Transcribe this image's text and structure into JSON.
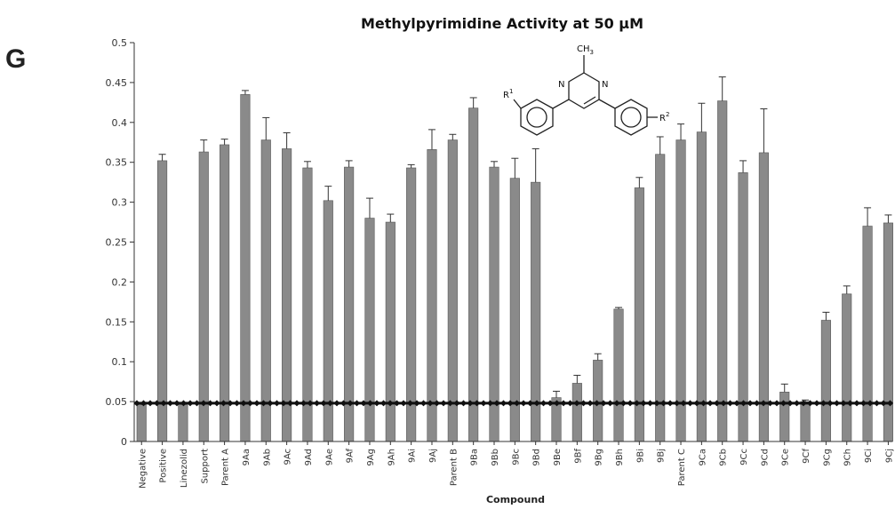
{
  "panel_label": "G",
  "chart_data": {
    "type": "bar",
    "title": "Methylpyrimidine Activity at 50 µM",
    "xlabel": "Compound",
    "ylabel": "",
    "ylim": [
      0,
      0.5
    ],
    "yticks": [
      0,
      0.05,
      0.1,
      0.15,
      0.2,
      0.25,
      0.3,
      0.35,
      0.4,
      0.45,
      0.5
    ],
    "threshold": 0.048,
    "grid": false,
    "bar_color": "#8a8a8a",
    "categories": [
      "Negative",
      "Positive",
      "Linezolid",
      "Support",
      "Parent A",
      "9Aa",
      "9Ab",
      "9Ac",
      "9Ad",
      "9Ae",
      "9Af",
      "9Ag",
      "9Ah",
      "9Ai",
      "9Aj",
      "Parent B",
      "9Ba",
      "9Bb",
      "9Bc",
      "9Bd",
      "9Be",
      "9Bf",
      "9Bg",
      "9Bh",
      "9Bi",
      "9Bj",
      "Parent C",
      "9Ca",
      "9Cb",
      "9Cc",
      "9Cd",
      "9Ce",
      "9Cf",
      "9Cg",
      "9Ch",
      "9Ci",
      "9Cj"
    ],
    "values": [
      0.046,
      0.352,
      0.046,
      0.363,
      0.372,
      0.435,
      0.378,
      0.367,
      0.343,
      0.302,
      0.344,
      0.28,
      0.275,
      0.343,
      0.366,
      0.378,
      0.418,
      0.344,
      0.33,
      0.325,
      0.055,
      0.073,
      0.102,
      0.166,
      0.318,
      0.36,
      0.378,
      0.388,
      0.427,
      0.337,
      0.362,
      0.062,
      0.05,
      0.152,
      0.185,
      0.27,
      0.274
    ],
    "errors": [
      0.002,
      0.008,
      0.002,
      0.015,
      0.007,
      0.005,
      0.028,
      0.02,
      0.008,
      0.018,
      0.008,
      0.025,
      0.01,
      0.004,
      0.025,
      0.007,
      0.013,
      0.007,
      0.025,
      0.042,
      0.008,
      0.01,
      0.008,
      0.002,
      0.013,
      0.022,
      0.02,
      0.036,
      0.03,
      0.015,
      0.055,
      0.01,
      0.002,
      0.01,
      0.01,
      0.023,
      0.01
    ]
  },
  "structure": {
    "ch3": "CH",
    "ch3_sub": "3",
    "n_left": "N",
    "n_right": "N",
    "r1": "R",
    "r1_sup": "1",
    "r2": "R",
    "r2_sup": "2"
  }
}
